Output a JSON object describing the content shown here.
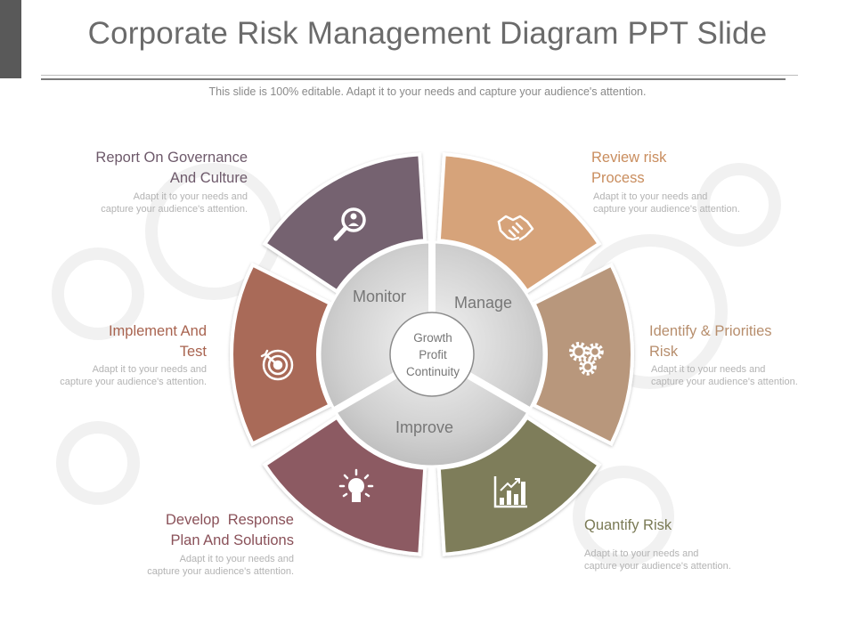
{
  "slide": {
    "title": "Corporate Risk Management Diagram PPT Slide",
    "subtitle": "This slide is 100% editable. Adapt it to your needs and capture your audience's attention."
  },
  "center": {
    "lines": [
      "Growth",
      "Profit",
      "Continuity"
    ]
  },
  "stages": {
    "monitor": "Monitor",
    "manage": "Manage",
    "improve": "Improve"
  },
  "segments": [
    {
      "id": "governance",
      "title_lines": [
        "Report On Governance",
        "And Culture"
      ],
      "desc_lines": [
        "Adapt it to your needs and",
        "capture your audience's attention."
      ],
      "color": "#746270",
      "icon": "search-person-icon"
    },
    {
      "id": "review",
      "title_lines": [
        "Review risk",
        "Process"
      ],
      "desc_lines": [
        "Adapt it to your needs and",
        "capture your audience's attention."
      ],
      "color": "#d6a37a",
      "icon": "handshake-icon"
    },
    {
      "id": "identify",
      "title_lines": [
        "Identify & Priorities",
        "Risk"
      ],
      "desc_lines": [
        "Adapt it to your needs and",
        "capture your audience's attention."
      ],
      "color": "#b8977c",
      "icon": "gears-icon"
    },
    {
      "id": "quantify",
      "title_lines": [
        "Quantify Risk"
      ],
      "desc_lines": [
        "Adapt it to your needs and",
        "capture your audience's attention."
      ],
      "color": "#7e7d5a",
      "icon": "bar-chart-icon"
    },
    {
      "id": "develop",
      "title_lines": [
        "Develop  Response",
        "Plan And Solutions"
      ],
      "desc_lines": [
        "Adapt it to your needs and",
        "capture your audience's attention."
      ],
      "color": "#8c5a62",
      "icon": "lightbulb-icon"
    },
    {
      "id": "implement",
      "title_lines": [
        "Implement And",
        "Test"
      ],
      "desc_lines": [
        "Adapt it to your needs and",
        "capture your audience's attention."
      ],
      "color": "#a96a59",
      "icon": "target-icon"
    }
  ]
}
